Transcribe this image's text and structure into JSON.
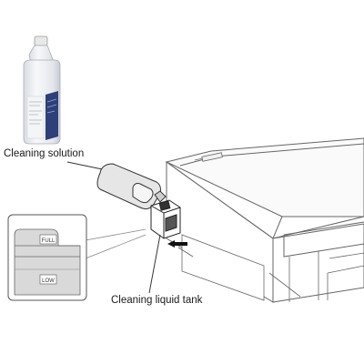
{
  "labels": {
    "cleaning_solution": "Cleaning solution",
    "cleaning_liquid_tank": "Cleaning liquid tank"
  },
  "inset": {
    "full_mark": "FULL",
    "low_mark": "LOW"
  },
  "colors": {
    "bottle_label": "#2e3f7a",
    "line": "#555555",
    "tank_fill": "#d9d9d9",
    "arrow": "#111111"
  },
  "icons": {
    "insert_direction": "arrow-left-icon"
  }
}
